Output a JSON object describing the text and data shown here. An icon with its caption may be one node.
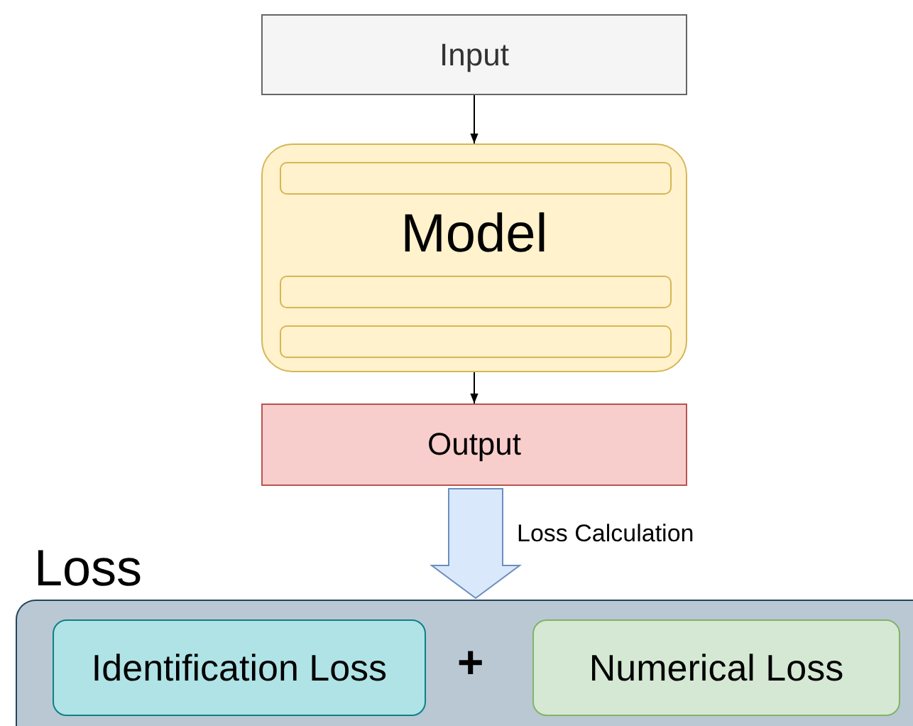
{
  "diagram": {
    "nodes": [
      {
        "text": [
          "Input"
        ]
      },
      {
        "text": [
          "Model"
        ]
      },
      {
        "text": [],
        "shape": "bar",
        "in": 1
      },
      {
        "text": [],
        "shape": "bar",
        "in": 1
      },
      {
        "text": [],
        "shape": "bar",
        "in": 1
      },
      {
        "text": [
          "Output"
        ]
      },
      {
        "text": [
          "Loss"
        ]
      },
      {
        "text": [
          "Identification Loss"
        ],
        "in": 6
      },
      {
        "text": [
          "Numerical Loss"
        ],
        "in": 6
      }
    ],
    "edges": [
      {
        "from": 0,
        "to": 1,
        "arrow": "to"
      },
      {
        "from": 1,
        "to": 5,
        "arrow": "to"
      },
      {
        "from": 5,
        "to": 6,
        "arrow": "to",
        "label": "Loss Calculation",
        "style": "thick",
        "color": "#dae8fc"
      }
    ],
    "labels": [
      "+"
    ]
  }
}
